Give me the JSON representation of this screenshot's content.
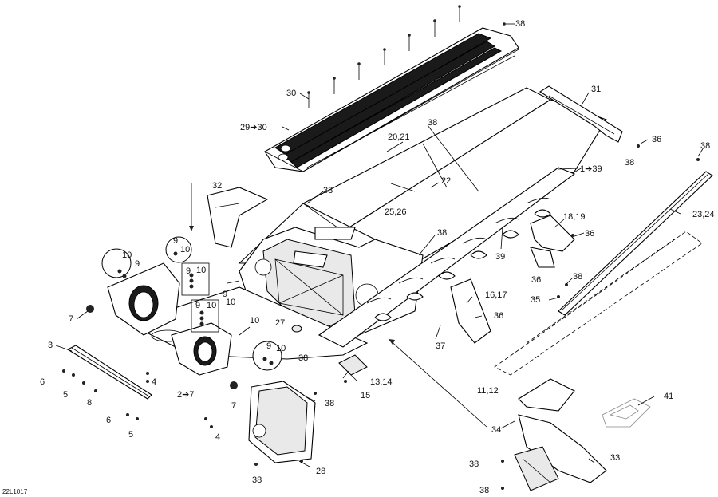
{
  "diagram_code": "22L1017",
  "callouts": {
    "c38_top": "38",
    "c30": "30",
    "c29_30": "29➔30",
    "c38_tunnel": "38",
    "c20_21": "20,21",
    "c31": "31",
    "c36_right": "36",
    "c38_right": "38",
    "c38_far_right": "38",
    "c1_39": "1➔39",
    "c22": "22",
    "c32": "32",
    "c38_mid": "38",
    "c25_26": "25,26",
    "c23_24": "23,24",
    "c18_19": "18,19",
    "c36_bracket": "36",
    "c38_center": "38",
    "c39": "39",
    "c36_low": "36",
    "c9_a": "9",
    "c10_a": "10",
    "c10_b": "10",
    "c9_b": "9",
    "c9_c": "9",
    "c10_c": "10",
    "c38_rail": "38",
    "c35": "35",
    "c9_d": "9",
    "c10_d": "10",
    "c16_17": "16,17",
    "c7_left": "7",
    "c9_e": "9",
    "c10_e": "10",
    "c36_plate": "36",
    "c27": "27",
    "c10_f": "10",
    "c37": "37",
    "c9_f": "9",
    "c10_g": "10",
    "c38_lower": "38",
    "c3": "3",
    "c13_14": "13,14",
    "c6_a": "6",
    "c4_a": "4",
    "c11_12": "11,12",
    "c5_a": "5",
    "c2_7": "2➔7",
    "c15": "15",
    "c41": "41",
    "c8": "8",
    "c38_cooler": "38",
    "c7_bottom": "7",
    "c6_b": "6",
    "c5_b": "5",
    "c34": "34",
    "c4_b": "4",
    "c28": "28",
    "c33": "33",
    "c38_bottom": "38",
    "c38_br_a": "38",
    "c38_br_b": "38"
  }
}
